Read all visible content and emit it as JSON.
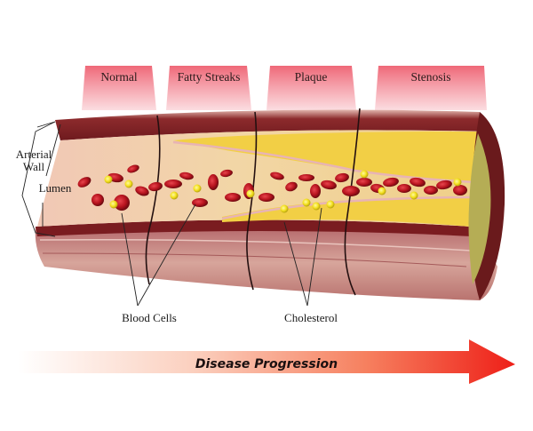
{
  "stages": [
    {
      "label": "Normal"
    },
    {
      "label": "Fatty Streaks"
    },
    {
      "label": "Plaque"
    },
    {
      "label": "Stenosis"
    }
  ],
  "callouts": {
    "arterial_wall": [
      "Arterial",
      "Wall"
    ],
    "lumen": "Lumen",
    "blood_cells": "Blood Cells",
    "cholesterol": "Cholesterol"
  },
  "progression_arrow": {
    "label": "Disease Progression"
  },
  "colors": {
    "banner_top": "#f06d7d",
    "banner_bottom": "#fbd3d8",
    "wall_outer": "#c98a84",
    "wall_dark": "#7e1e22",
    "plaque_yellow": "#f2d04a",
    "lumen_pink": "#f4cfbd",
    "blood_cell": "#c01a24",
    "cholesterol": "#f4e21e",
    "arrow_start": "#fff4ee",
    "arrow_end": "#f0221a"
  }
}
